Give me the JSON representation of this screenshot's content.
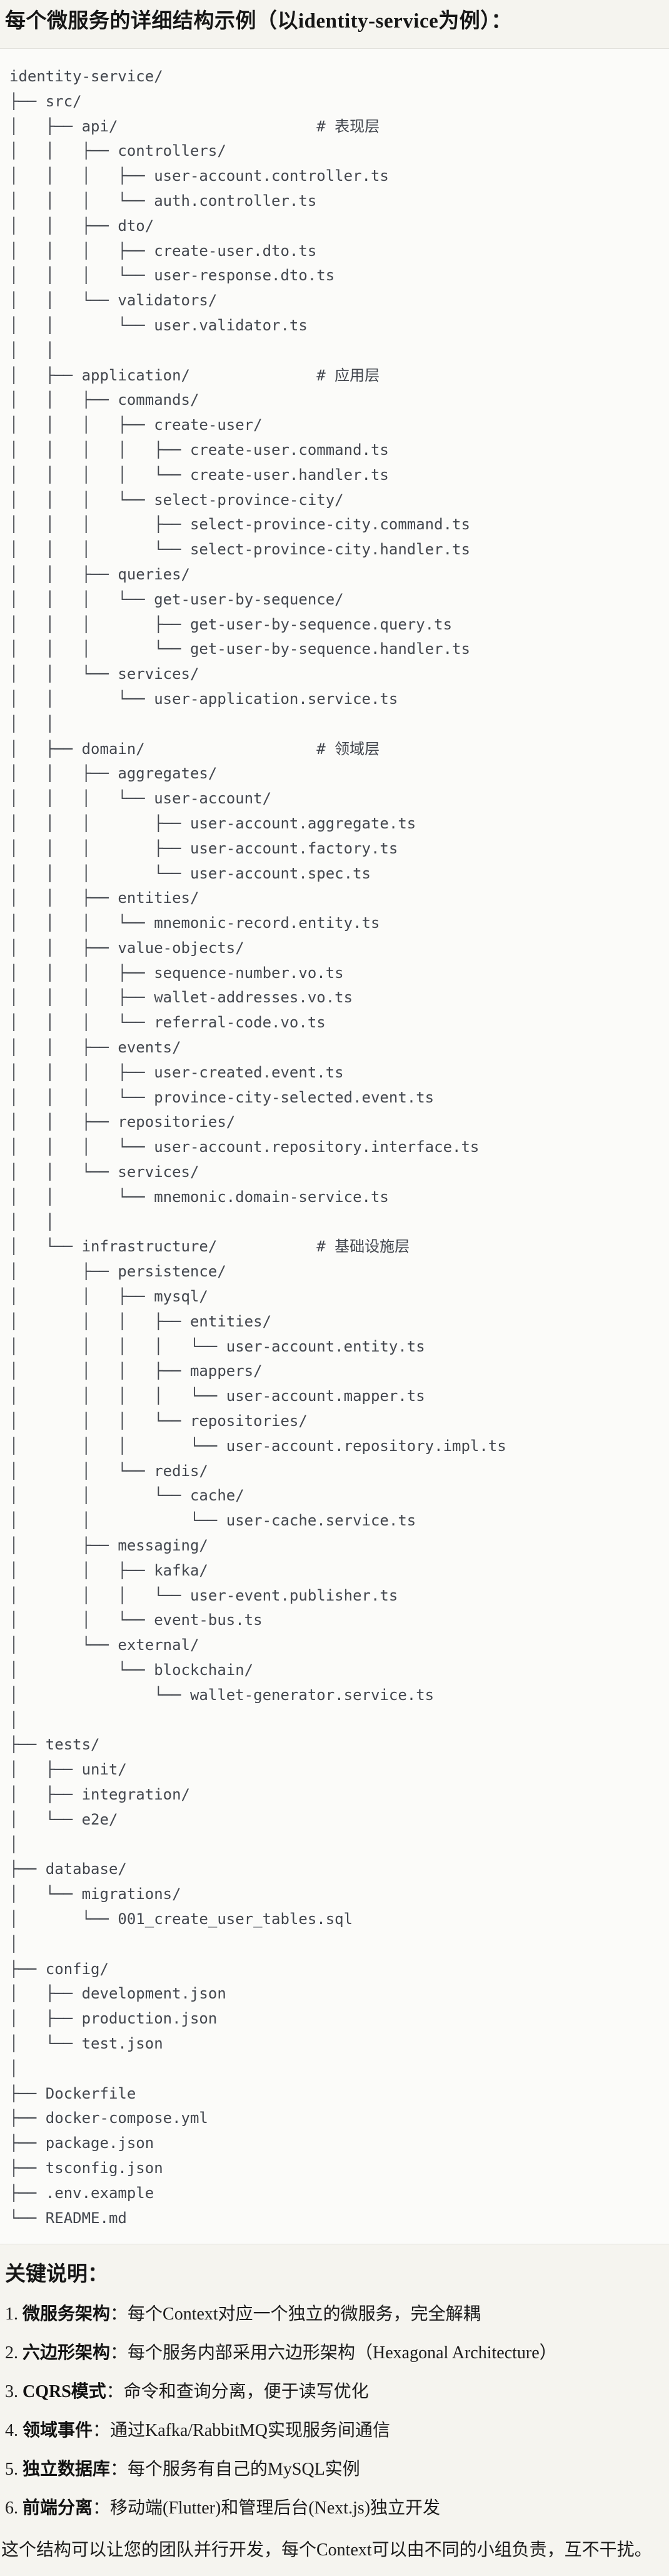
{
  "title": "每个微服务的详细结构示例（以identity-service为例）：",
  "tree_lines": [
    "identity-service/",
    "├── src/",
    "│   ├── api/                      # 表现层",
    "│   │   ├── controllers/",
    "│   │   │   ├── user-account.controller.ts",
    "│   │   │   └── auth.controller.ts",
    "│   │   ├── dto/",
    "│   │   │   ├── create-user.dto.ts",
    "│   │   │   └── user-response.dto.ts",
    "│   │   └── validators/",
    "│   │       └── user.validator.ts",
    "│   │",
    "│   ├── application/              # 应用层",
    "│   │   ├── commands/",
    "│   │   │   ├── create-user/",
    "│   │   │   │   ├── create-user.command.ts",
    "│   │   │   │   └── create-user.handler.ts",
    "│   │   │   └── select-province-city/",
    "│   │   │       ├── select-province-city.command.ts",
    "│   │   │       └── select-province-city.handler.ts",
    "│   │   ├── queries/",
    "│   │   │   └── get-user-by-sequence/",
    "│   │   │       ├── get-user-by-sequence.query.ts",
    "│   │   │       └── get-user-by-sequence.handler.ts",
    "│   │   └── services/",
    "│   │       └── user-application.service.ts",
    "│   │",
    "│   ├── domain/                   # 领域层",
    "│   │   ├── aggregates/",
    "│   │   │   └── user-account/",
    "│   │   │       ├── user-account.aggregate.ts",
    "│   │   │       ├── user-account.factory.ts",
    "│   │   │       └── user-account.spec.ts",
    "│   │   ├── entities/",
    "│   │   │   └── mnemonic-record.entity.ts",
    "│   │   ├── value-objects/",
    "│   │   │   ├── sequence-number.vo.ts",
    "│   │   │   ├── wallet-addresses.vo.ts",
    "│   │   │   └── referral-code.vo.ts",
    "│   │   ├── events/",
    "│   │   │   ├── user-created.event.ts",
    "│   │   │   └── province-city-selected.event.ts",
    "│   │   ├── repositories/",
    "│   │   │   └── user-account.repository.interface.ts",
    "│   │   └── services/",
    "│   │       └── mnemonic.domain-service.ts",
    "│   │",
    "│   └── infrastructure/           # 基础设施层",
    "│       ├── persistence/",
    "│       │   ├── mysql/",
    "│       │   │   ├── entities/",
    "│       │   │   │   └── user-account.entity.ts",
    "│       │   │   ├── mappers/",
    "│       │   │   │   └── user-account.mapper.ts",
    "│       │   │   └── repositories/",
    "│       │   │       └── user-account.repository.impl.ts",
    "│       │   └── redis/",
    "│       │       └── cache/",
    "│       │           └── user-cache.service.ts",
    "│       ├── messaging/",
    "│       │   ├── kafka/",
    "│       │   │   └── user-event.publisher.ts",
    "│       │   └── event-bus.ts",
    "│       └── external/",
    "│           └── blockchain/",
    "│               └── wallet-generator.service.ts",
    "│",
    "├── tests/",
    "│   ├── unit/",
    "│   ├── integration/",
    "│   └── e2e/",
    "│",
    "├── database/",
    "│   └── migrations/",
    "│       └── 001_create_user_tables.sql",
    "│",
    "├── config/",
    "│   ├── development.json",
    "│   ├── production.json",
    "│   └── test.json",
    "│",
    "├── Dockerfile",
    "├── docker-compose.yml",
    "├── package.json",
    "├── tsconfig.json",
    "├── .env.example",
    "└── README.md"
  ],
  "notes": {
    "heading": "关键说明：",
    "items": [
      {
        "num": "1.",
        "term": "微服务架构",
        "desc": "：每个Context对应一个独立的微服务，完全解耦"
      },
      {
        "num": "2.",
        "term": "六边形架构",
        "desc": "：每个服务内部采用六边形架构（Hexagonal Architecture）"
      },
      {
        "num": "3.",
        "term": "CQRS模式",
        "desc": "：命令和查询分离，便于读写优化"
      },
      {
        "num": "4.",
        "term": "领域事件",
        "desc": "：通过Kafka/RabbitMQ实现服务间通信"
      },
      {
        "num": "5.",
        "term": "独立数据库",
        "desc": "：每个服务有自己的MySQL实例"
      },
      {
        "num": "6.",
        "term": "前端分离",
        "desc": "：移动端(Flutter)和管理后台(Next.js)独立开发"
      }
    ],
    "footer": "这个结构可以让您的团队并行开发，每个Context可以由不同的小组负责，互不干扰。"
  }
}
